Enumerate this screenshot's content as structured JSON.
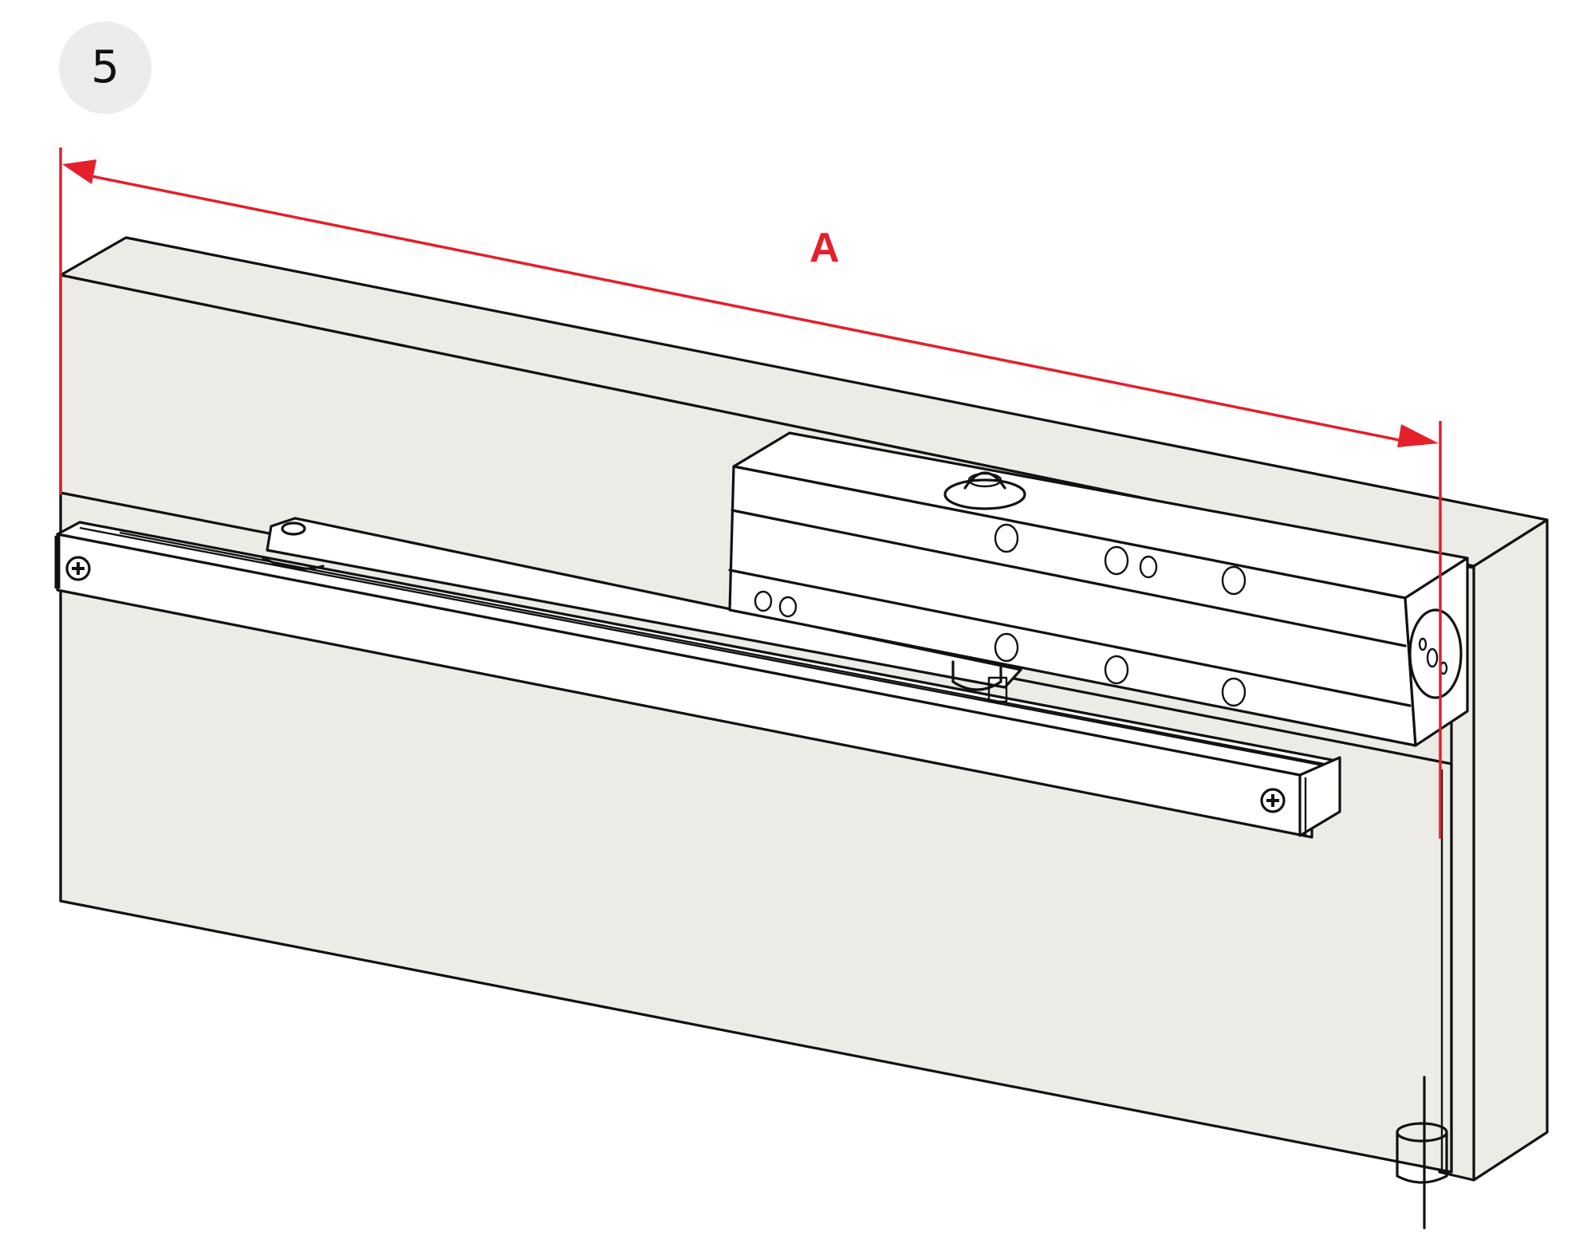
{
  "step": {
    "number": "5"
  },
  "dimension": {
    "label": "A",
    "description": "distance from door hinge-side edge to closer body/spindle axis"
  },
  "colors": {
    "dimension_red": "#e3202b",
    "door_fill": "#ecebe6",
    "hardware_fill": "#ffffff",
    "outline": "#111111",
    "badge_bg": "#ebecee"
  },
  "components": {
    "door_leaf": "door-leaf",
    "door_frame": "door-frame",
    "closer_body": "door-closer-body",
    "slide_rail": "slide-rail",
    "slide_arm": "slide-arm",
    "hinge": "hinge-pin"
  }
}
